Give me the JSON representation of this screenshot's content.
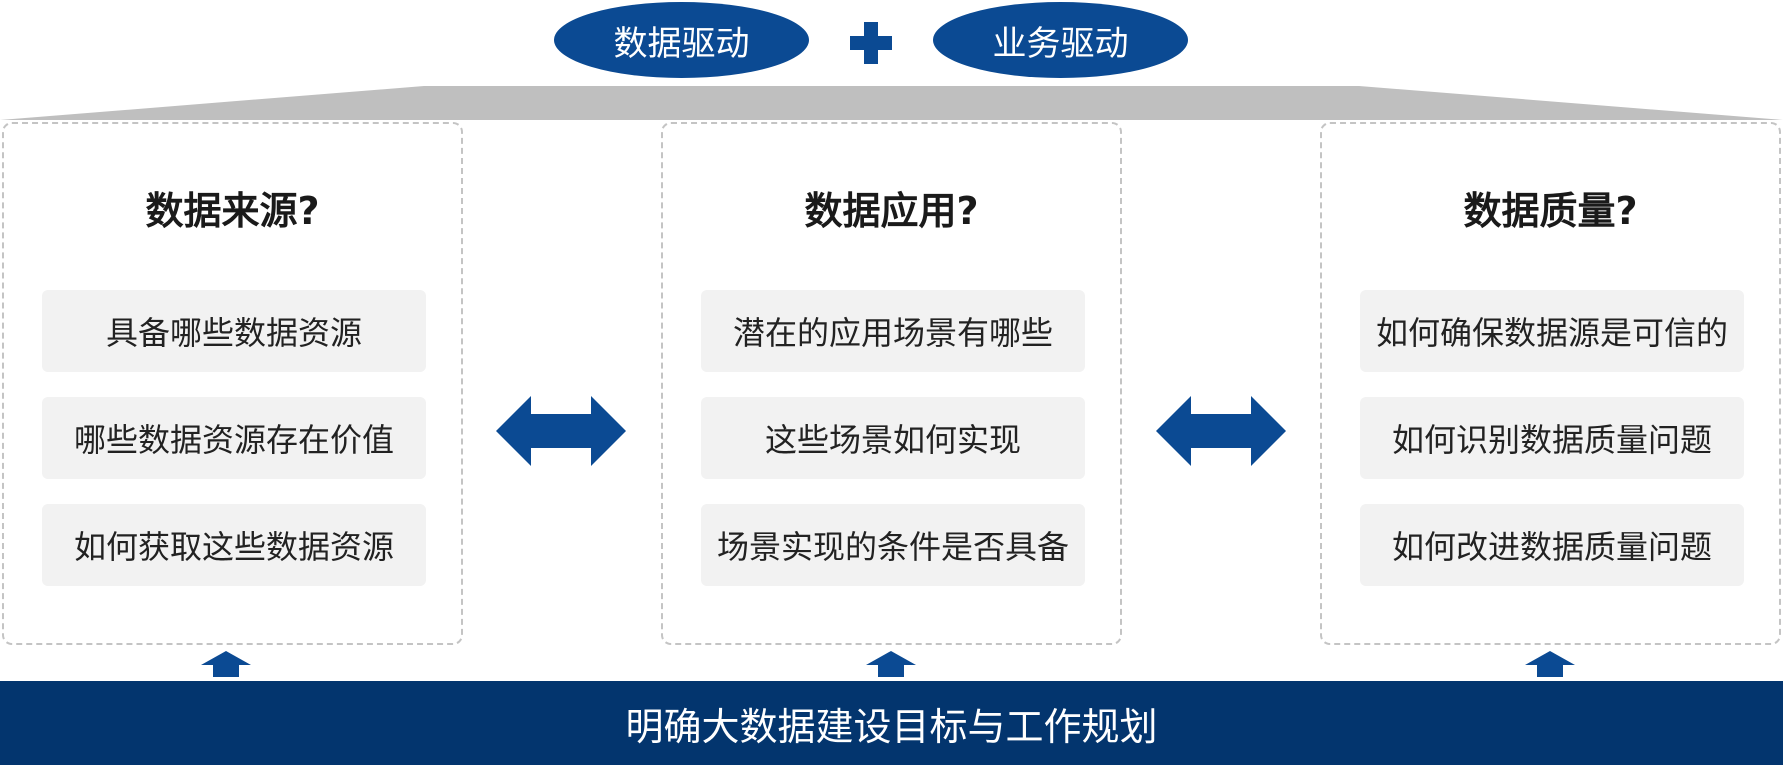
{
  "top": {
    "left_ellipse": "数据驱动",
    "right_ellipse": "业务驱动"
  },
  "panels": [
    {
      "title": "数据来源?",
      "items": [
        "具备哪些数据资源",
        "哪些数据资源存在价值",
        "如何获取这些数据资源"
      ]
    },
    {
      "title": "数据应用?",
      "items": [
        "潜在的应用场景有哪些",
        "这些场景如何实现",
        "场景实现的条件是否具备"
      ]
    },
    {
      "title": "数据质量?",
      "items": [
        "如何确保数据源是可信的",
        "如何识别数据质量问题",
        "如何改进数据质量问题"
      ]
    }
  ],
  "bottom": {
    "label": "明确大数据建设目标与工作规划"
  },
  "colors": {
    "primary_blue": "#0b4a93",
    "dark_blue": "#03356e",
    "roof_gray": "#bfbfbf",
    "item_bg": "#f2f2f2"
  }
}
